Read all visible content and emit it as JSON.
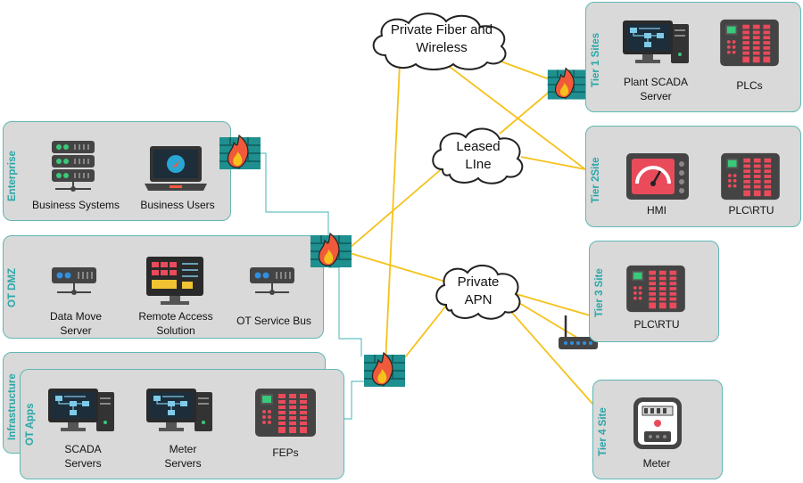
{
  "zones": {
    "enterprise": {
      "title": "Enterprise",
      "items": [
        "Business Systems",
        "Business Users"
      ]
    },
    "ot_dmz": {
      "title": "OT DMZ",
      "items": [
        "Data Move\nServer",
        "Remote Access\nSolution",
        "OT Service Bus"
      ]
    },
    "infrastructure": {
      "title": "Infrastructure"
    },
    "ot_apps": {
      "title": "OT Apps",
      "items": [
        "SCADA\nServers",
        "Meter\nServers",
        "FEPs"
      ]
    }
  },
  "sites": {
    "tier1": {
      "title": "Tier 1 Sites",
      "items": [
        "Plant SCADA\nServer",
        "PLCs"
      ]
    },
    "tier2": {
      "title": "Tier 2Site",
      "items": [
        "HMI",
        "PLC\\RTU"
      ]
    },
    "tier3": {
      "title": "Tier 3 Site",
      "items": [
        "PLC\\RTU"
      ]
    },
    "tier4": {
      "title": "Tier 4 Site",
      "items": [
        "Meter"
      ]
    }
  },
  "networks": {
    "fiber": "Private Fiber and\nWireless",
    "leased": "Leased\nLIne",
    "apn": "Private\nAPN"
  },
  "colors": {
    "panel": "#d9d9d9",
    "border": "#5fb7b4",
    "title": "#2aa6a8",
    "link": "#f5c21b",
    "mgmt_link": "#66c0c0"
  }
}
